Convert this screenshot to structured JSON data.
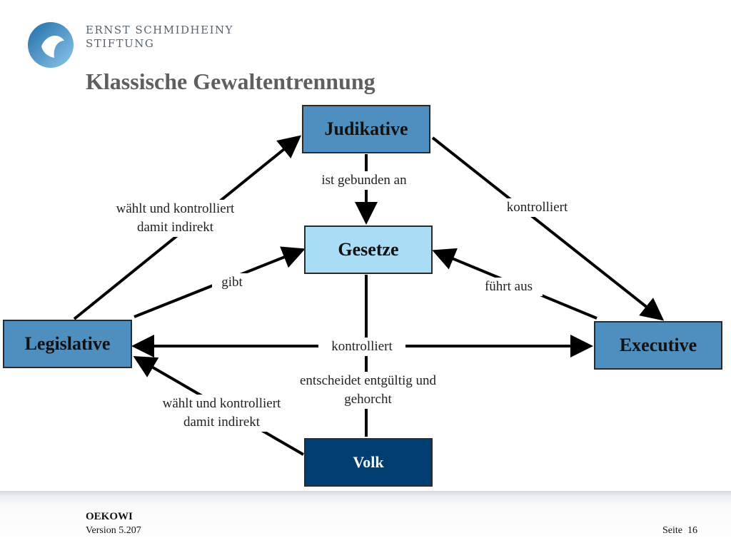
{
  "header": {
    "logo_line1": "ERNST SCHMIDHEINY",
    "logo_line2": "STIFTUNG",
    "title": "Klassische Gewaltentrennung"
  },
  "diagram": {
    "nodes": {
      "judikative": "Judikative",
      "gesetze": "Gesetze",
      "legislative": "Legislative",
      "executive": "Executive",
      "volk": "Volk"
    },
    "edges": {
      "legislative_to_judikative_line1": "wählt und kontrolliert",
      "legislative_to_judikative_line2": "damit indirekt",
      "judikative_to_gesetze": "ist gebunden an",
      "judikative_to_executive": "kontrolliert",
      "legislative_to_gesetze": "gibt",
      "executive_to_gesetze": "führt aus",
      "legislative_to_executive": "kontrolliert",
      "gesetze_volk_line1": "entscheidet entgültig und",
      "gesetze_volk_line2": "gehorcht",
      "volk_to_legislative_line1": "wählt und kontrolliert",
      "volk_to_legislative_line2": "damit indirekt"
    }
  },
  "footer": {
    "title": "OEKOWI",
    "version": "Version 5.207",
    "page_label": "Seite",
    "page_number": "16"
  },
  "colors": {
    "box_mid_blue": "#4f8fc0",
    "box_light_blue": "#a9dcf5",
    "box_dark_blue": "#003d70",
    "title_gray": "#5f5f5f"
  }
}
